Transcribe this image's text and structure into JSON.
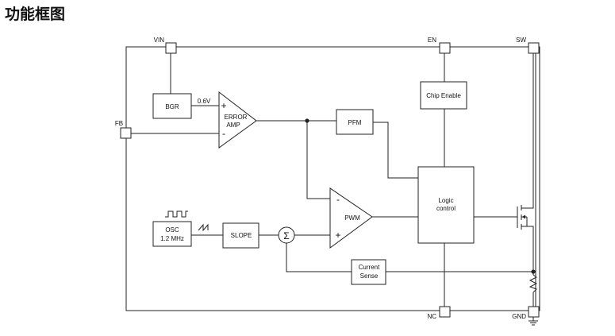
{
  "title": "功能框图",
  "pins": {
    "vin": "VIN",
    "en": "EN",
    "sw": "SW",
    "fb": "FB",
    "nc": "NC",
    "gnd": "GND"
  },
  "blocks": {
    "bgr": "BGR",
    "ref_voltage": "0.6V",
    "error_amp_line1": "ERROR",
    "error_amp_line2": "AMP",
    "pfm": "PFM",
    "chip_enable": "Chip Enable",
    "logic_line1": "Logic",
    "logic_line2": "control",
    "pwm": "PWM",
    "osc_line1": "OSC",
    "osc_line2": "1.2 MHz",
    "slope": "SLOPE",
    "sum_symbol": "Σ",
    "current_sense_line1": "Current",
    "current_sense_line2": "Sense"
  },
  "signs": {
    "plus": "+",
    "minus": "-"
  }
}
